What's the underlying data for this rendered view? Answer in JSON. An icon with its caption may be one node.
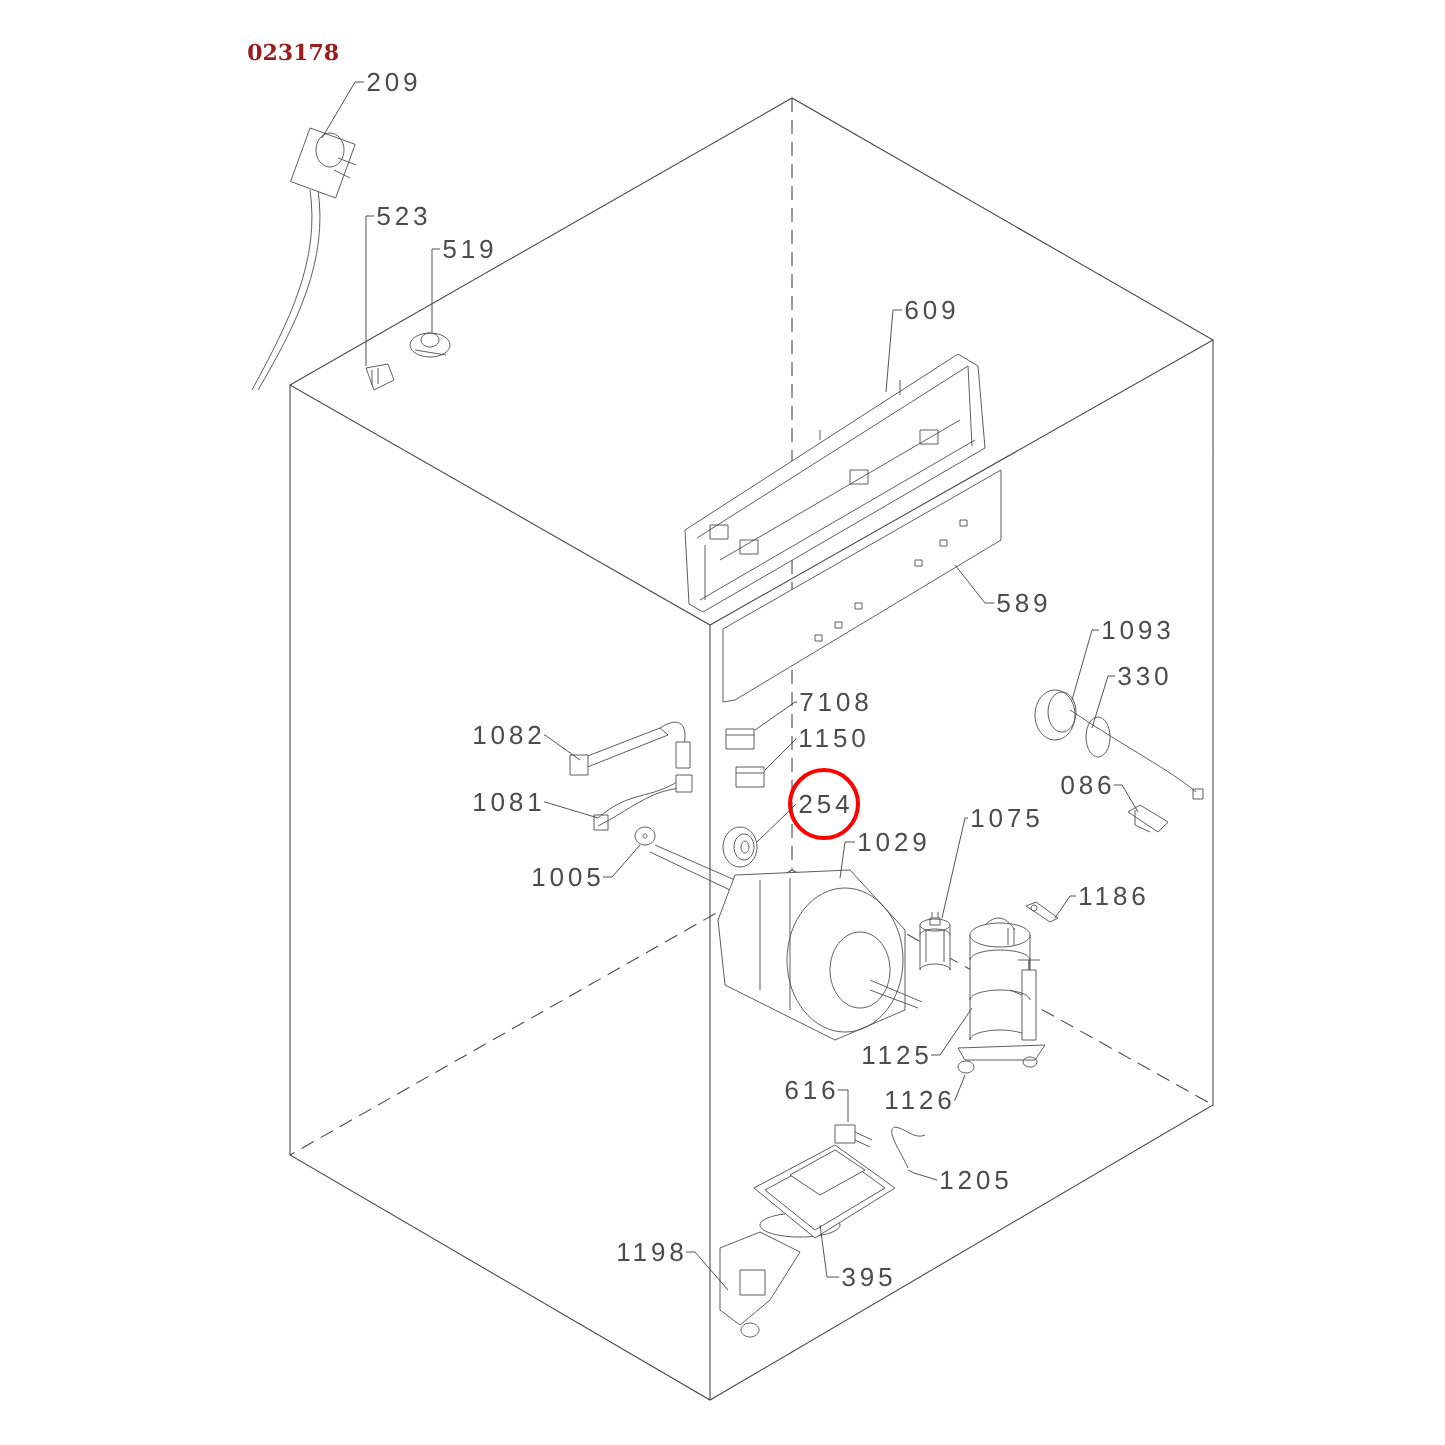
{
  "diagram": {
    "title": "023178",
    "nodes": [
      {
        "text": [
          "209"
        ]
      },
      {
        "text": [],
        "shape": "picture"
      },
      {
        "text": [
          "523"
        ]
      },
      {
        "text": [],
        "shape": "picture"
      },
      {
        "text": [
          "519"
        ]
      },
      {
        "text": [],
        "shape": "picture"
      },
      {
        "text": [
          "609"
        ]
      },
      {
        "text": [],
        "shape": "picture"
      },
      {
        "text": [
          "589"
        ]
      },
      {
        "text": [],
        "shape": "picture"
      },
      {
        "text": [
          "1093"
        ]
      },
      {
        "text": [],
        "shape": "picture"
      },
      {
        "text": [
          "330"
        ]
      },
      {
        "text": [],
        "shape": "picture"
      },
      {
        "text": [
          "086"
        ]
      },
      {
        "text": [],
        "shape": "picture"
      },
      {
        "text": [
          "1082"
        ]
      },
      {
        "text": [],
        "shape": "picture"
      },
      {
        "text": [
          "1081"
        ]
      },
      {
        "text": [],
        "shape": "picture"
      },
      {
        "text": [
          "7108"
        ]
      },
      {
        "text": [],
        "shape": "picture"
      },
      {
        "text": [
          "1150"
        ]
      },
      {
        "text": [],
        "shape": "picture"
      },
      {
        "text": [
          "254"
        ]
      },
      {
        "text": [],
        "shape": "picture"
      },
      {
        "text": [
          "1005"
        ]
      },
      {
        "text": [],
        "shape": "picture"
      },
      {
        "text": [
          "1029"
        ]
      },
      {
        "text": [],
        "shape": "picture"
      },
      {
        "text": [
          "1075"
        ]
      },
      {
        "text": [],
        "shape": "picture"
      },
      {
        "text": [
          "1186"
        ]
      },
      {
        "text": [],
        "shape": "picture"
      },
      {
        "text": [
          "1125"
        ]
      },
      {
        "text": [],
        "shape": "picture"
      },
      {
        "text": [
          "1126"
        ]
      },
      {
        "text": [],
        "shape": "picture"
      },
      {
        "text": [
          "616"
        ]
      },
      {
        "text": [],
        "shape": "picture"
      },
      {
        "text": [
          "1205"
        ]
      },
      {
        "text": [],
        "shape": "picture"
      },
      {
        "text": [
          "395"
        ]
      },
      {
        "text": [],
        "shape": "picture"
      },
      {
        "text": [
          "1198"
        ]
      },
      {
        "text": [],
        "shape": "picture"
      }
    ],
    "edges": [
      {
        "from": 0,
        "to": 1,
        "arrow": "none"
      },
      {
        "from": 2,
        "to": 3,
        "arrow": "none"
      },
      {
        "from": 4,
        "to": 5,
        "arrow": "none"
      },
      {
        "from": 6,
        "to": 7,
        "arrow": "none"
      },
      {
        "from": 8,
        "to": 9,
        "arrow": "none"
      },
      {
        "from": 10,
        "to": 11,
        "arrow": "none"
      },
      {
        "from": 12,
        "to": 13,
        "arrow": "none"
      },
      {
        "from": 14,
        "to": 15,
        "arrow": "none"
      },
      {
        "from": 16,
        "to": 17,
        "arrow": "none"
      },
      {
        "from": 18,
        "to": 19,
        "arrow": "none"
      },
      {
        "from": 20,
        "to": 21,
        "arrow": "none"
      },
      {
        "from": 22,
        "to": 23,
        "arrow": "none"
      },
      {
        "from": 24,
        "to": 25,
        "arrow": "none"
      },
      {
        "from": 26,
        "to": 27,
        "arrow": "none"
      },
      {
        "from": 28,
        "to": 29,
        "arrow": "none"
      },
      {
        "from": 30,
        "to": 31,
        "arrow": "none"
      },
      {
        "from": 32,
        "to": 33,
        "arrow": "none"
      },
      {
        "from": 34,
        "to": 35,
        "arrow": "none"
      },
      {
        "from": 36,
        "to": 37,
        "arrow": "none"
      },
      {
        "from": 38,
        "to": 39,
        "arrow": "none"
      },
      {
        "from": 40,
        "to": 41,
        "arrow": "none"
      },
      {
        "from": 42,
        "to": 43,
        "arrow": "none"
      },
      {
        "from": 44,
        "to": 45,
        "arrow": "none"
      }
    ]
  }
}
